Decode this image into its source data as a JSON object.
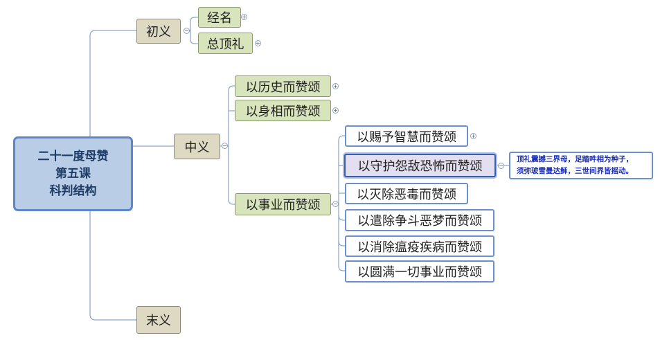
{
  "root": {
    "line1": "二十一度母赞",
    "line2": "第五课",
    "line3": "科判结构"
  },
  "branches": {
    "chuyi": "初义",
    "jingming": "经名",
    "zongdingli": "总顶礼",
    "zhongyi": "中义",
    "lishi": "以历史而赞颂",
    "shenxiang": "以身相而赞颂",
    "shiye": "以事业而赞颂",
    "ciyu": "以赐予智慧而赞颂",
    "shouhu": "以守护怨敌恐怖而赞颂",
    "miechu": "以灭除恶毒而赞颂",
    "qianchu": "以遣除争斗恶梦而赞颂",
    "xiaochu": "以消除瘟疫疾病而赞颂",
    "yuanman": "以圆满一切事业而赞颂",
    "moyi": "末义"
  },
  "note": {
    "line1": "顶礼震撼三界母，足踏吽相为种子，",
    "line2": "须弥玻雪曼达稣，三世间界皆摇动。"
  },
  "controls": {
    "expand": "+",
    "collapse": "−"
  },
  "colors": {
    "link": "#8ea9cc",
    "root_fill": "#b9cde6",
    "root_border": "#5b86c8",
    "level1_fill": "#ddd9c3",
    "green_fill": "#d8e4bc",
    "leaf_border": "#6b8fcf",
    "selected_fill": "#e4dff0",
    "note_text": "#1b2fb5"
  }
}
